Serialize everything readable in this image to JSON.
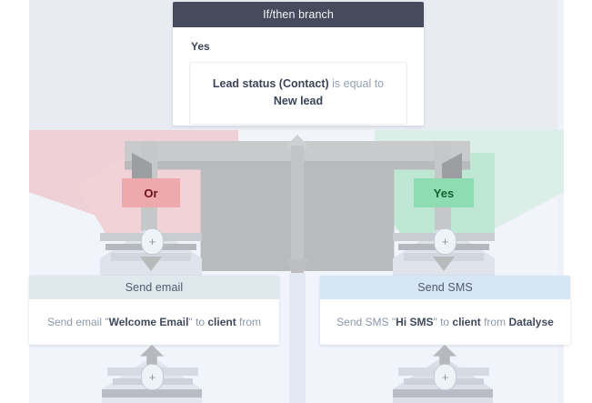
{
  "canvas": {
    "background_color": "#e8ebf2",
    "lower_background_color": "#f1f4fb"
  },
  "branch_card": {
    "title": "If/then branch",
    "header_color": "#454b5d",
    "outcome_label": "Yes",
    "condition": {
      "field": "Lead status (Contact)",
      "operator": "is equal to",
      "value": "New lead"
    }
  },
  "branches": [
    {
      "badge_label": "Or",
      "badge_background": "#eda9ab",
      "badge_text_color": "#6d1118",
      "zone_color": "#eed1d6",
      "action": {
        "title": "Send email",
        "header_color": "#dee8ed",
        "description_parts": [
          {
            "text": "Send email \"",
            "bold": false
          },
          {
            "text": "Welcome Email",
            "bold": true
          },
          {
            "text": "\" to ",
            "bold": false
          },
          {
            "text": "client",
            "bold": true
          },
          {
            "text": " from",
            "bold": false
          }
        ]
      }
    },
    {
      "badge_label": "Yes",
      "badge_background": "#8fdcb3",
      "badge_text_color": "#14642f",
      "zone_color": "#dbeee8",
      "action": {
        "title": "Send SMS",
        "header_color": "#d7e6f4",
        "description_parts": [
          {
            "text": "Send SMS \"",
            "bold": false
          },
          {
            "text": "Hi SMS",
            "bold": true
          },
          {
            "text": "\" to ",
            "bold": false
          },
          {
            "text": "client",
            "bold": true
          },
          {
            "text": " from ",
            "bold": false
          },
          {
            "text": "Datalyse",
            "bold": true
          }
        ]
      }
    }
  ],
  "add_buttons": [
    {
      "name": "add-node-left-upper",
      "glyph": "+"
    },
    {
      "name": "add-node-right-upper",
      "glyph": "+"
    },
    {
      "name": "add-node-left-lower",
      "glyph": "+"
    },
    {
      "name": "add-node-right-lower",
      "glyph": "+"
    }
  ]
}
